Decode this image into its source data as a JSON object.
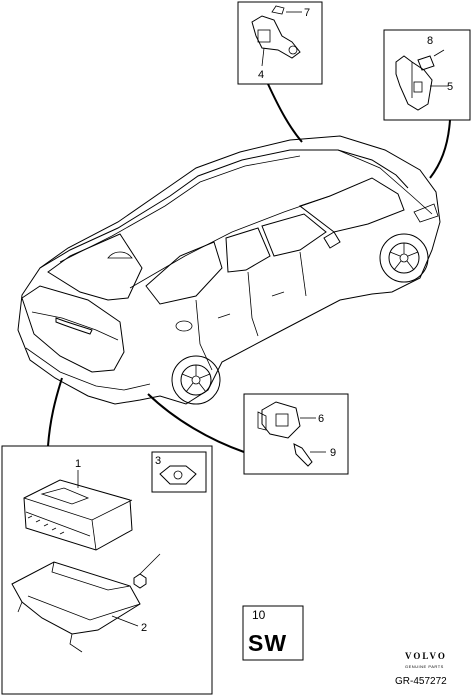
{
  "callouts": [
    "1",
    "2",
    "3",
    "4",
    "5",
    "6",
    "7",
    "8",
    "9"
  ],
  "software_box": {
    "number": "10",
    "code": "SW"
  },
  "brand": {
    "name": "VOLVO",
    "tagline": "GENUINE PARTS"
  },
  "reference": "GR-457272"
}
